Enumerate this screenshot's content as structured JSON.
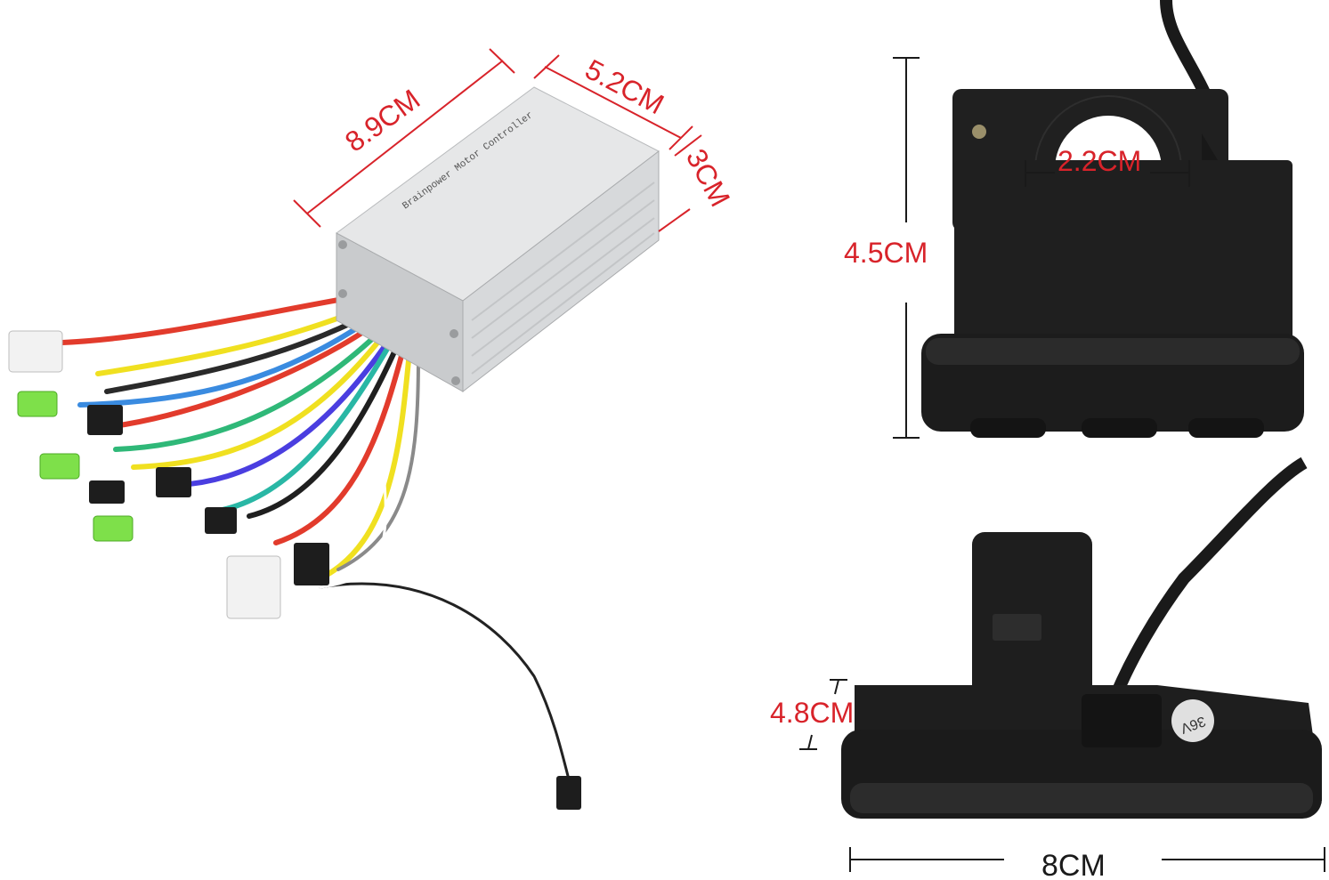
{
  "dimensions": {
    "controller_length": "8.9CM",
    "controller_width": "5.2CM",
    "controller_height": "3CM",
    "clamp_inner_diameter": "2.2CM",
    "display_height": "4.5CM",
    "display_depth": "4.8CM",
    "display_width": "8CM"
  },
  "product_labels": {
    "controller_label": "Brainpower Motor Controller",
    "display_voltage": "36V"
  },
  "colors": {
    "dimension_text": "#d8232a",
    "dimension_line": "#d8232a",
    "controller_body": "#d9dadb",
    "display_body": "#1c1c1c"
  }
}
